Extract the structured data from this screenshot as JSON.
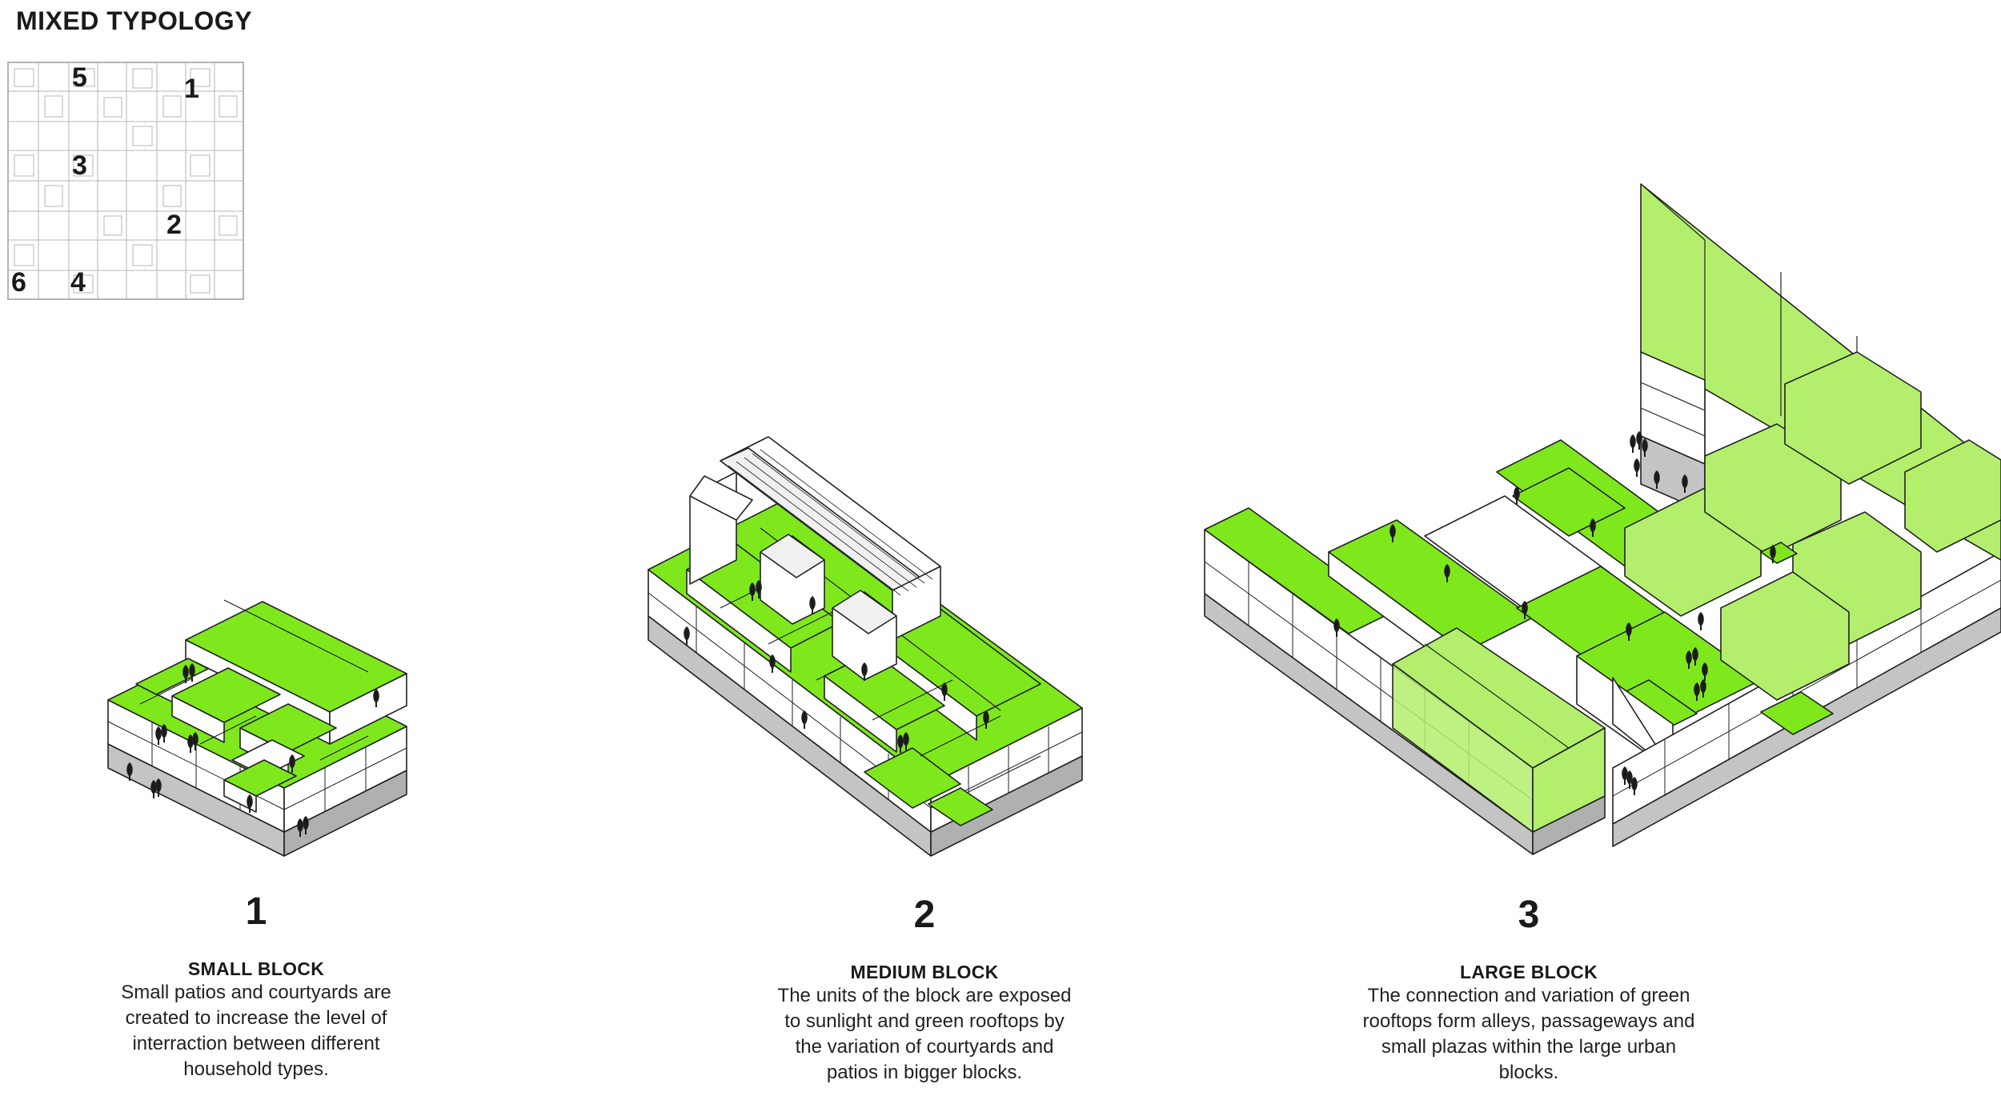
{
  "title": "MIXED TYPOLOGY",
  "keymap": {
    "labels": [
      "5",
      "1",
      "3",
      "2",
      "6",
      "4"
    ]
  },
  "blocks": [
    {
      "number": "1",
      "title": "SMALL BLOCK",
      "description": "Small patios and courtyards are created to increase the level of interraction between different household types."
    },
    {
      "number": "2",
      "title": "MEDIUM  BLOCK",
      "description": "The units of the block  are exposed to sunlight and green rooftops by the variation of courtyards and patios in bigger blocks."
    },
    {
      "number": "3",
      "title": "LARGE  BLOCK",
      "description": "The connection and variation of green rooftops form alleys, passageways and small plazas within the large urban blocks."
    }
  ],
  "colors": {
    "green_roof": "#7ee81c",
    "light_green_volume": "#b3ef6c",
    "base_gray": "#c4c4c4",
    "outline": "#222222"
  }
}
